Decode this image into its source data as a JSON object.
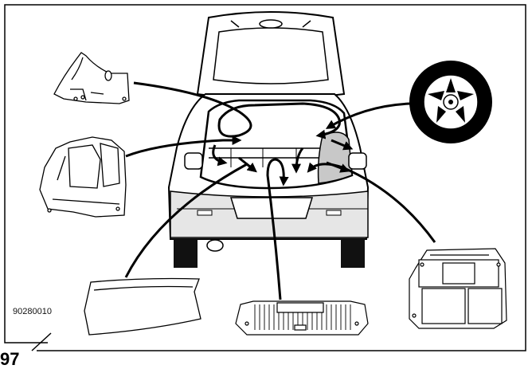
{
  "figure": {
    "code": "90280010",
    "page_number": "97"
  },
  "parts": [
    {
      "name": "rear-quarter-trim-panel"
    },
    {
      "name": "luggage-side-trim-panel"
    },
    {
      "name": "luggage-floor-board"
    },
    {
      "name": "rear-floor-finish-plate"
    },
    {
      "name": "spare-tire"
    },
    {
      "name": "luggage-storage-box"
    }
  ],
  "colors": {
    "line": "#000000",
    "fill": "#ffffff",
    "shade": "#c8c8c8",
    "bumper_gray": "#e6e6e6"
  }
}
